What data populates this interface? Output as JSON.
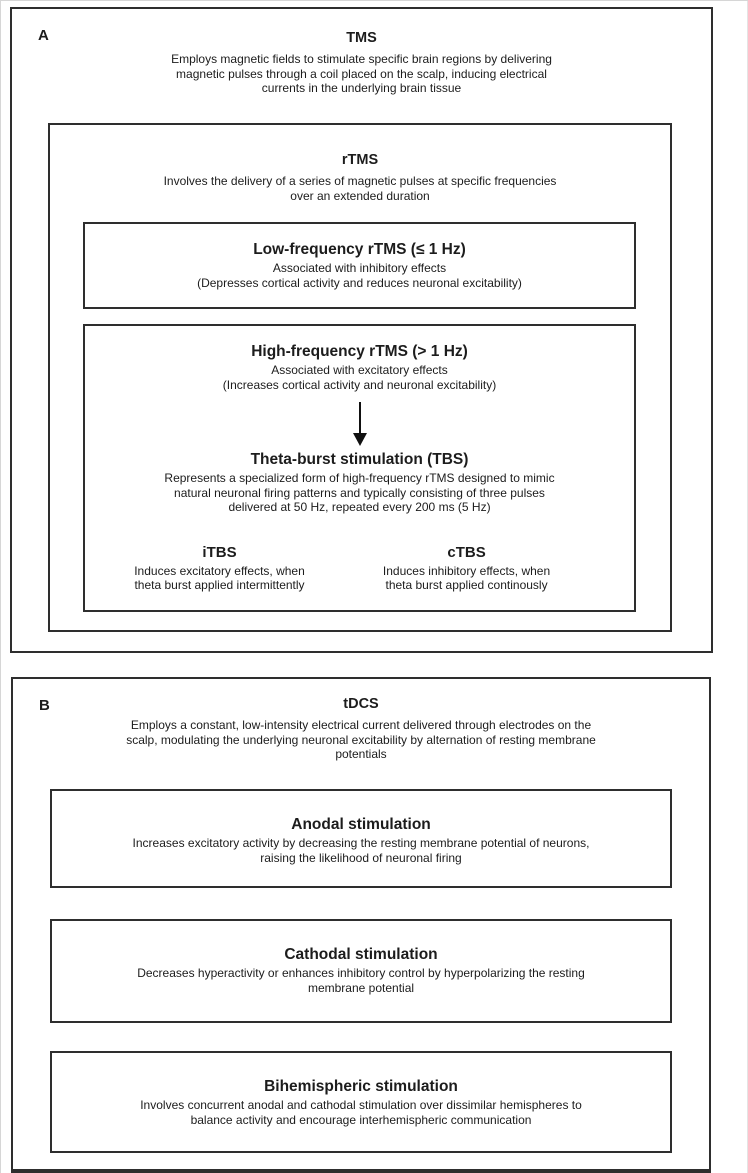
{
  "figure": {
    "colors": {
      "border": "#2e2e2e",
      "text": "#1c1c1c",
      "background": "#ffffff",
      "arrow": "#111111"
    },
    "panel_a": {
      "label": "A",
      "title": "TMS",
      "description": [
        "Employs magnetic fields to stimulate specific brain regions by delivering",
        "magnetic pulses through a coil placed on the scalp, inducing electrical",
        "currents in the underlying brain tissue"
      ],
      "rtms": {
        "title": "rTMS",
        "description": [
          "Involves the delivery of a series of magnetic pulses at specific frequencies",
          "over an extended duration"
        ],
        "low_frequency": {
          "title": "Low-frequency rTMS (≤ 1 Hz)",
          "description": [
            "Associated with inhibitory effects",
            "(Depresses cortical activity and reduces neuronal excitability)"
          ]
        },
        "high_frequency": {
          "title": "High-frequency rTMS (> 1 Hz)",
          "description": [
            "Associated with excitatory effects",
            "(Increases cortical activity and neuronal excitability)"
          ],
          "arrow_icon": "down-arrow",
          "tbs": {
            "title": "Theta-burst stimulation (TBS)",
            "description": [
              "Represents a specialized form of high-frequency rTMS designed to mimic",
              "natural neuronal firing patterns and typically consisting of three pulses",
              "delivered at 50 Hz, repeated every 200 ms (5 Hz)"
            ],
            "itbs": {
              "title": "iTBS",
              "description": [
                "Induces excitatory effects, when",
                "theta burst applied intermittently"
              ]
            },
            "ctbs": {
              "title": "cTBS",
              "description": [
                "Induces inhibitory effects, when",
                "theta burst applied continously"
              ]
            }
          }
        }
      }
    },
    "panel_b": {
      "label": "B",
      "title": "tDCS",
      "description": [
        "Employs a constant, low-intensity electrical current delivered through electrodes on the",
        "scalp, modulating the underlying neuronal excitability by alternation of resting membrane",
        "potentials"
      ],
      "boxes": [
        {
          "title": "Anodal stimulation",
          "description": [
            "Increases excitatory activity by decreasing the resting membrane potential of neurons,",
            "raising the likelihood of neuronal firing"
          ]
        },
        {
          "title": "Cathodal stimulation",
          "description": [
            "Decreases hyperactivity or enhances inhibitory control by hyperpolarizing the resting",
            "membrane potential"
          ]
        },
        {
          "title": "Bihemispheric stimulation",
          "description": [
            "Involves concurrent anodal and cathodal stimulation over dissimilar hemispheres to",
            "balance activity and encourage interhemispheric communication"
          ]
        }
      ]
    }
  }
}
